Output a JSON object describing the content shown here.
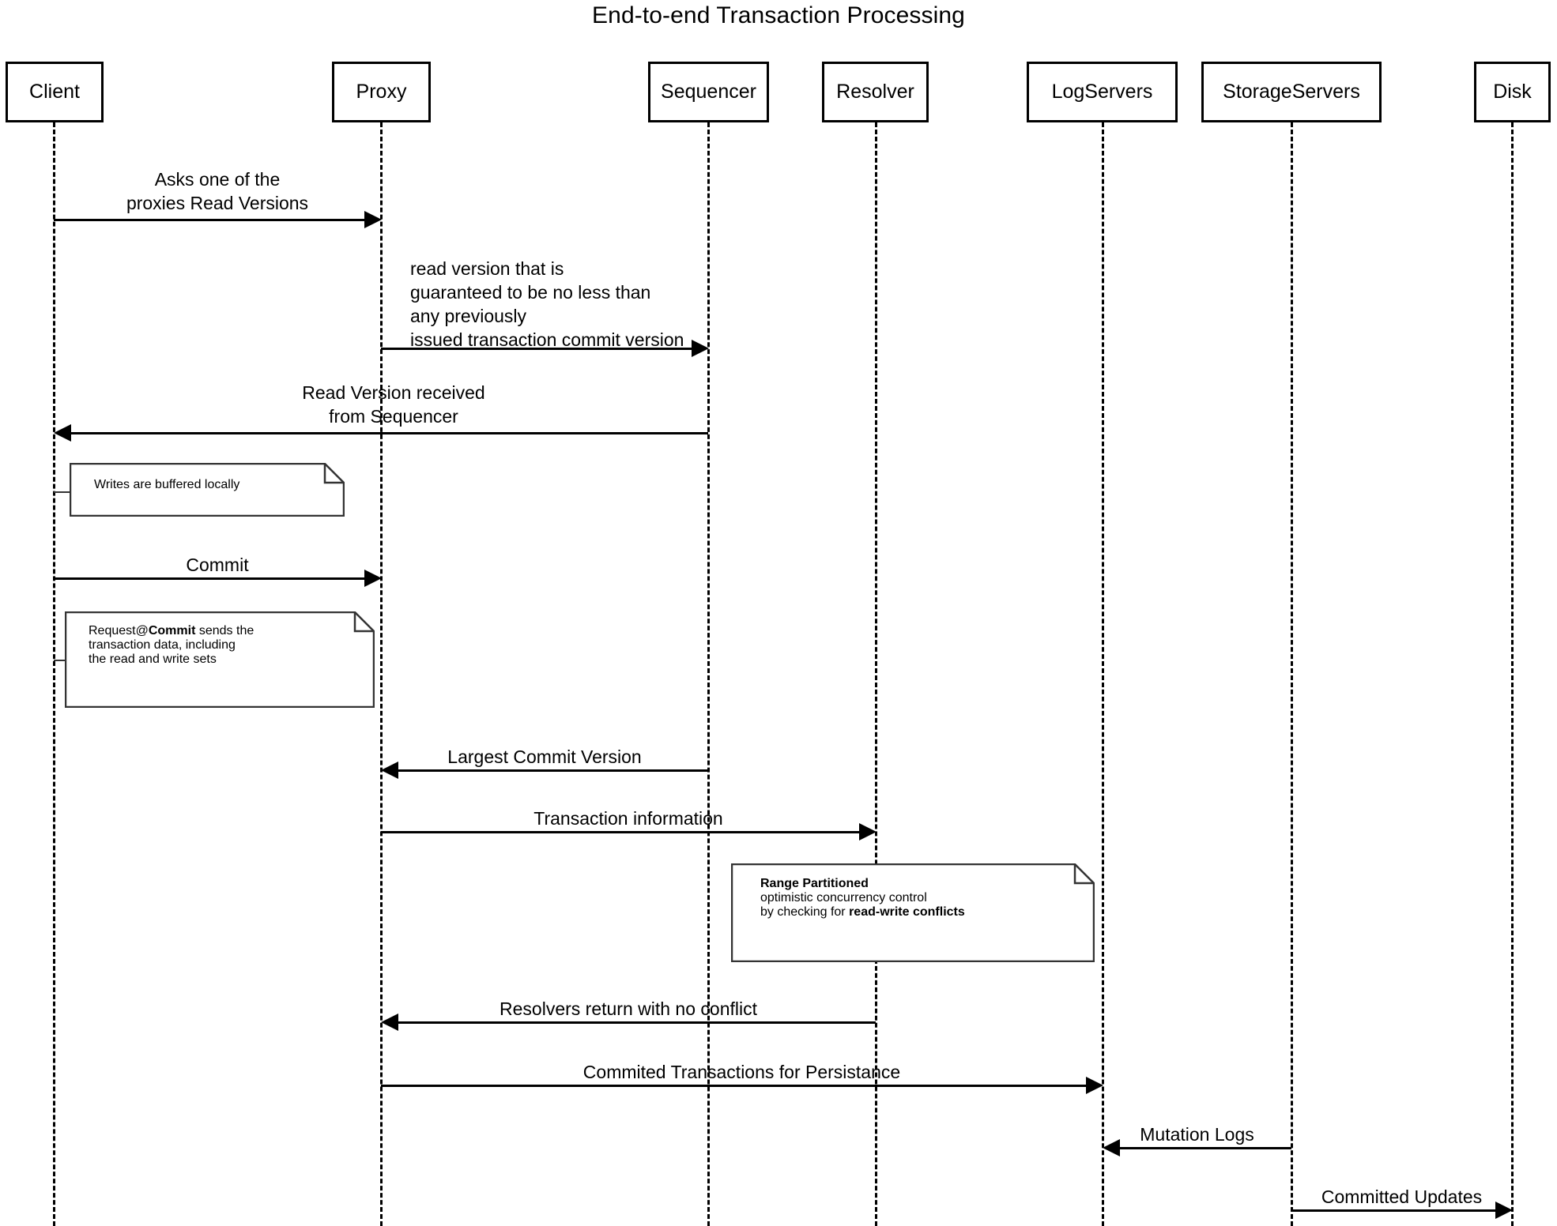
{
  "title": "End-to-end Transaction Processing",
  "participants": [
    {
      "name": "Client",
      "label": "Client"
    },
    {
      "name": "Proxy",
      "label": "Proxy"
    },
    {
      "name": "Sequencer",
      "label": "Sequencer"
    },
    {
      "name": "Resolver",
      "label": "Resolver"
    },
    {
      "name": "LogServers",
      "label": "LogServers"
    },
    {
      "name": "StorageServers",
      "label": "StorageServers"
    },
    {
      "name": "Disk",
      "label": "Disk"
    }
  ],
  "messages": [
    {
      "from": "Client",
      "to": "Proxy",
      "label": "Asks one of the\nproxies Read Versions",
      "direction": "right"
    },
    {
      "from": "Proxy",
      "to": "Sequencer",
      "label": "read version that is\nguaranteed to be no less than\nany previously\nissued transaction commit version",
      "direction": "right"
    },
    {
      "from": "Sequencer",
      "to": "Client",
      "label": "Read Version received\nfrom Sequencer",
      "direction": "left"
    },
    {
      "from": "Client",
      "to": "Proxy",
      "label": "Commit",
      "direction": "right"
    },
    {
      "from": "Sequencer",
      "to": "Proxy",
      "label": "Largest Commit Version",
      "direction": "left"
    },
    {
      "from": "Proxy",
      "to": "Resolver",
      "label": "Transaction information",
      "direction": "right"
    },
    {
      "from": "Resolver",
      "to": "Proxy",
      "label": "Resolvers return with no conflict",
      "direction": "left"
    },
    {
      "from": "Proxy",
      "to": "LogServers",
      "label": "Commited Transactions for Persistance",
      "direction": "right"
    },
    {
      "from": "StorageServers",
      "to": "LogServers",
      "label": "Mutation Logs",
      "direction": "left"
    },
    {
      "from": "StorageServers",
      "to": "Disk",
      "label": "Committed Updates",
      "direction": "right"
    }
  ],
  "notes": [
    {
      "attached_to": "Client",
      "text": "Writes are buffered locally"
    },
    {
      "attached_to": "Client",
      "text": "Request@Commit sends the\ntransaction data, including\nthe read and write sets",
      "bold_parts": [
        "Commit"
      ]
    },
    {
      "attached_to": "Resolver",
      "text": "Range Partitioned\noptimistic concurrency control\nby checking for read-write conflicts",
      "bold_parts": [
        "Range Partitioned",
        "read-write conflicts"
      ]
    }
  ],
  "colors": {
    "stroke": "#000000",
    "note_stroke": "#333333",
    "background": "#ffffff"
  }
}
